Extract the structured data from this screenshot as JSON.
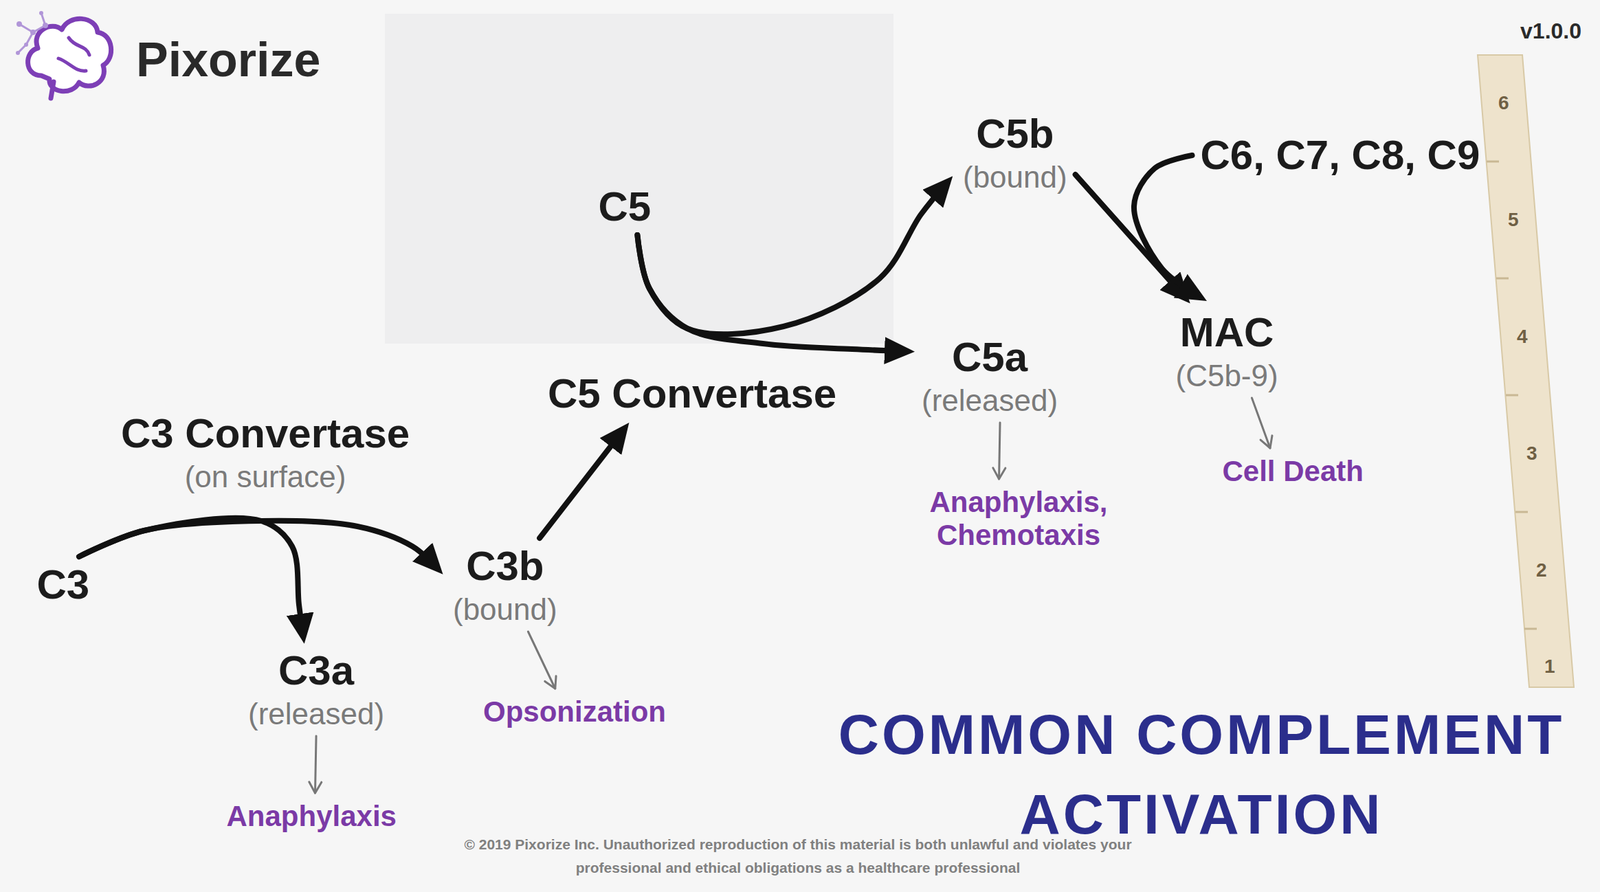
{
  "diagram": {
    "title": "COMMON COMPLEMENT ACTIVATION",
    "nodes": [
      {
        "text": [
          "C3 Convertase",
          "(on surface)"
        ]
      },
      {
        "text": [
          "C3"
        ]
      },
      {
        "text": [
          "C3a",
          "(released)"
        ]
      },
      {
        "text": [
          "Anaphylaxis"
        ]
      },
      {
        "text": [
          "C3b",
          "(bound)"
        ]
      },
      {
        "text": [
          "Opsonization"
        ]
      },
      {
        "text": [
          "C5 Convertase"
        ]
      },
      {
        "text": [
          "C5"
        ]
      },
      {
        "text": [
          "C5b",
          "(bound)"
        ]
      },
      {
        "text": [
          "C5a",
          "(released)"
        ]
      },
      {
        "text": [
          "Anaphylaxis, Chemotaxis"
        ]
      },
      {
        "text": [
          "C6, C7, C8, C9"
        ]
      },
      {
        "text": [
          "MAC",
          "(C5b-9)"
        ]
      },
      {
        "text": [
          "Cell Death"
        ]
      }
    ],
    "edges": [
      {
        "from": 1,
        "to": 2,
        "arrow": "to"
      },
      {
        "from": 1,
        "to": 4,
        "arrow": "to"
      },
      {
        "from": 2,
        "to": 3,
        "arrow": "to"
      },
      {
        "from": 4,
        "to": 5,
        "arrow": "to"
      },
      {
        "from": 4,
        "to": 6,
        "arrow": "to"
      },
      {
        "from": 7,
        "to": 8,
        "arrow": "to"
      },
      {
        "from": 7,
        "to": 9,
        "arrow": "to"
      },
      {
        "from": 9,
        "to": 10,
        "arrow": "to"
      },
      {
        "from": 8,
        "to": 12,
        "arrow": "to"
      },
      {
        "from": 11,
        "to": 12,
        "arrow": "to"
      },
      {
        "from": 12,
        "to": 13,
        "arrow": "to"
      }
    ],
    "labels": [
      "Pixorize",
      "v1.0.0",
      "© 2019 Pixorize Inc. Unauthorized reproduction of this material is both unlawful and violates your professional and ethical obligations as a healthcare professional",
      "6",
      "5",
      "4",
      "3",
      "2",
      "1"
    ]
  }
}
